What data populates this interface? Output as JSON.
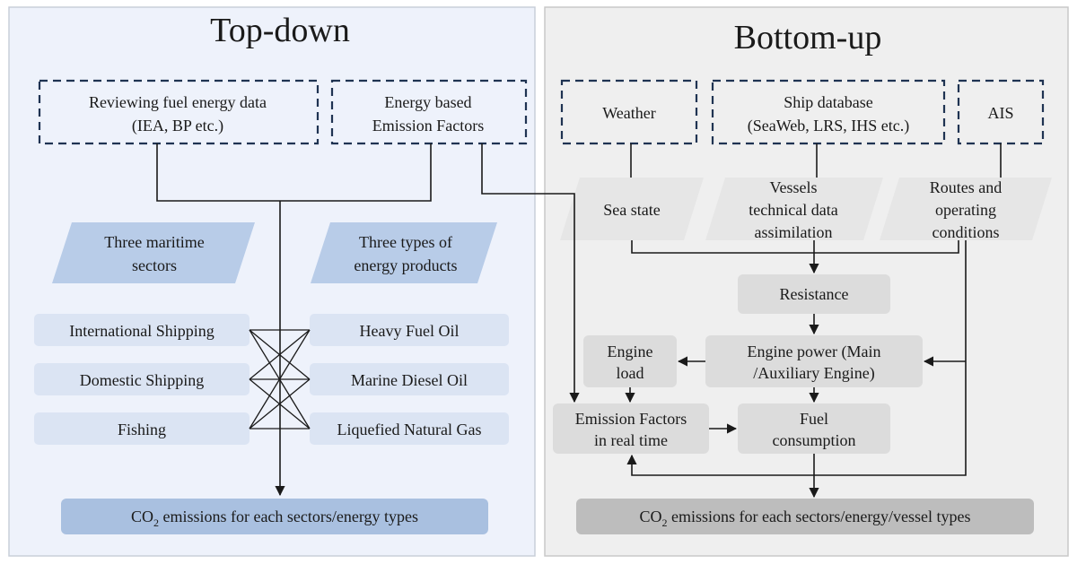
{
  "panels": {
    "top_down": {
      "title": "Top-down",
      "bg": "#eef2fb",
      "border": "#c9cfd9"
    },
    "bottom_up": {
      "title": "Bottom-up",
      "bg": "#efefef",
      "border": "#c9c9c9"
    }
  },
  "colors": {
    "dashed_border": "#1f3352",
    "blue_box": "#dbe4f3",
    "blue_para": "#b8cce8",
    "blue_emission": "#a9c0e0",
    "grey_box": "#dcdcdc",
    "grey_para": "#e6e6e6",
    "grey_emission": "#bdbdbd",
    "line": "#1a1a1a"
  },
  "top_down": {
    "sources": {
      "fuel_data": [
        "Reviewing fuel energy data",
        "(IEA, BP etc.)"
      ],
      "emission_factors": [
        "Energy based",
        "Emission Factors"
      ]
    },
    "categories": {
      "sectors": [
        "Three maritime",
        "sectors"
      ],
      "energy_products": [
        "Three types of",
        "energy products"
      ]
    },
    "sectors": [
      "International Shipping",
      "Domestic Shipping",
      "Fishing"
    ],
    "fuels": [
      "Heavy Fuel Oil",
      "Marine Diesel Oil",
      "Liquefied Natural Gas"
    ],
    "output": {
      "prefix": "CO",
      "sub": "2",
      "suffix": " emissions for each sectors/energy types"
    }
  },
  "bottom_up": {
    "sources": {
      "weather": "Weather",
      "ship_db": [
        "Ship database",
        "(SeaWeb, LRS, IHS etc.)"
      ],
      "ais": "AIS"
    },
    "derived": {
      "sea_state": "Sea state",
      "vessels": [
        "Vessels",
        "technical  data",
        "assimilation"
      ],
      "routes": [
        "Routes and",
        "operating",
        "conditions"
      ]
    },
    "resistance": "Resistance",
    "engine_power": [
      "Engine power (Main",
      "/Auxiliary Engine)"
    ],
    "engine_load": [
      "Engine",
      "load"
    ],
    "emission_factors_rt": [
      "Emission Factors",
      "in real time"
    ],
    "fuel_consumption": [
      "Fuel",
      "consumption"
    ],
    "output": {
      "prefix": "CO",
      "sub": "2",
      "suffix": " emissions for each sectors/energy/vessel types"
    }
  }
}
